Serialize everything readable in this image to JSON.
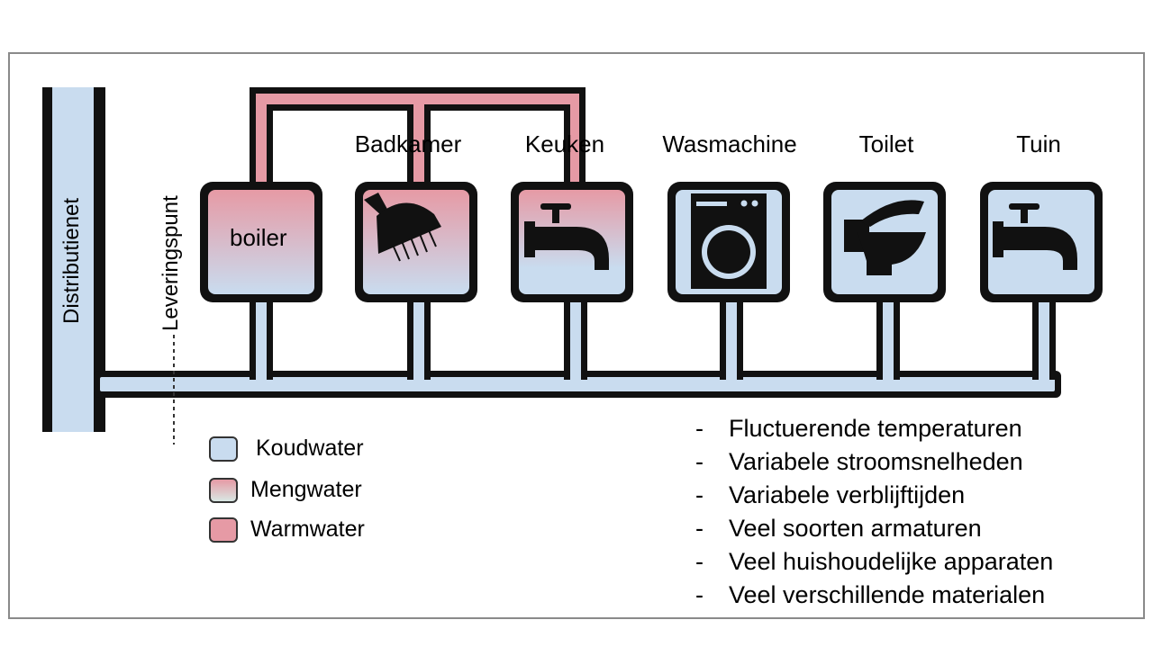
{
  "labels": {
    "network": "Distributienet",
    "delivery_point": "Leveringspunt",
    "boiler": "boiler"
  },
  "rooms": [
    {
      "name": "Badkamer",
      "icon": "shower-icon"
    },
    {
      "name": "Keuken",
      "icon": "kitchen-tap-icon"
    },
    {
      "name": "Wasmachine",
      "icon": "washing-machine-icon"
    },
    {
      "name": "Toilet",
      "icon": "toilet-icon"
    },
    {
      "name": "Tuin",
      "icon": "garden-tap-icon"
    }
  ],
  "legend": [
    {
      "label": "Koudwater",
      "color": "#c9dcef"
    },
    {
      "label": "Mengwater",
      "color": "gradient"
    },
    {
      "label": "Warmwater",
      "color": "#e69aa5"
    }
  ],
  "colors": {
    "cold": "#c9dcef",
    "warm": "#e69aa5",
    "pipe_outline": "#111111"
  },
  "bullets": [
    "Fluctuerende temperaturen",
    "Variabele stroomsnelheden",
    "Variabele verblijftijden",
    "Veel soorten armaturen",
    "Veel huishoudelijke apparaten",
    "Veel verschillende materialen"
  ],
  "bullet_marker": "-"
}
